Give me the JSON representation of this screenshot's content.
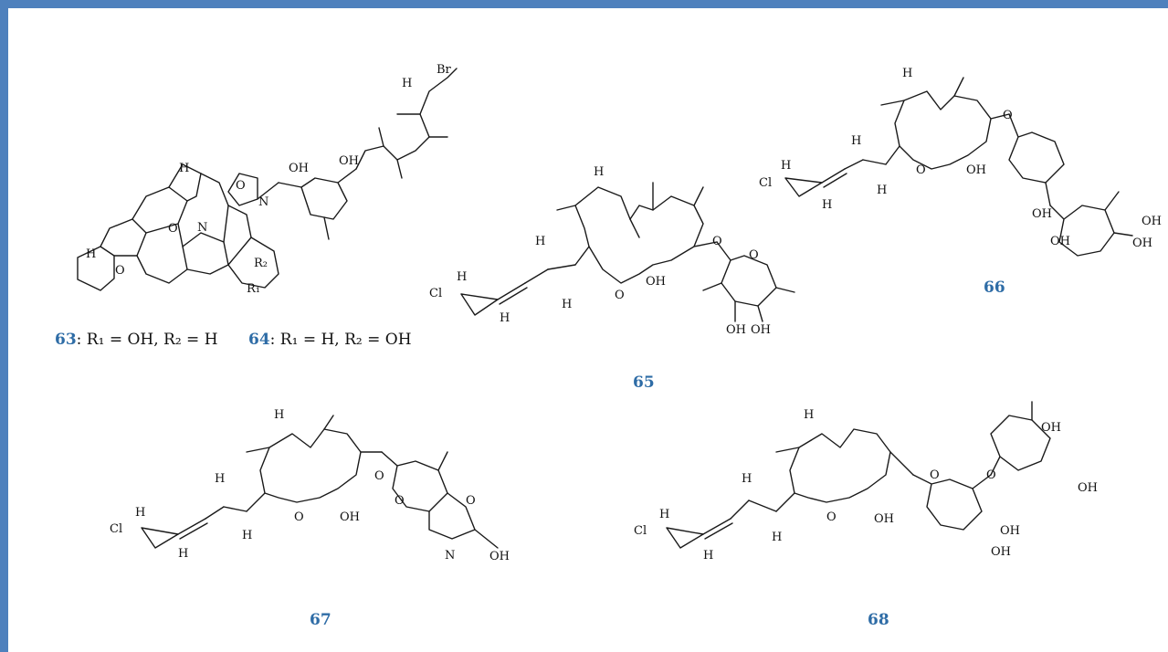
{
  "compounds": {
    "c63_64": {
      "caption_63_num": "63",
      "caption_63_text": ": R₁ = OH, R₂ = H",
      "caption_64_num": "64",
      "caption_64_text": ": R₁ = H, R₂ = OH",
      "atoms": {
        "br": "Br",
        "o": "O",
        "n": "N",
        "oh": "OH",
        "h": "H",
        "r1": "R₁",
        "r2": "R₂"
      }
    },
    "c65": {
      "label": "65"
    },
    "c66": {
      "label": "66"
    },
    "c67": {
      "label": "67"
    },
    "c68": {
      "label": "68"
    },
    "atoms": {
      "cl": "Cl",
      "h": "H",
      "o": "O",
      "oh": "OH",
      "n": "N"
    }
  },
  "colors": {
    "border": "#4f81bd",
    "label": "#2e6ca6"
  }
}
